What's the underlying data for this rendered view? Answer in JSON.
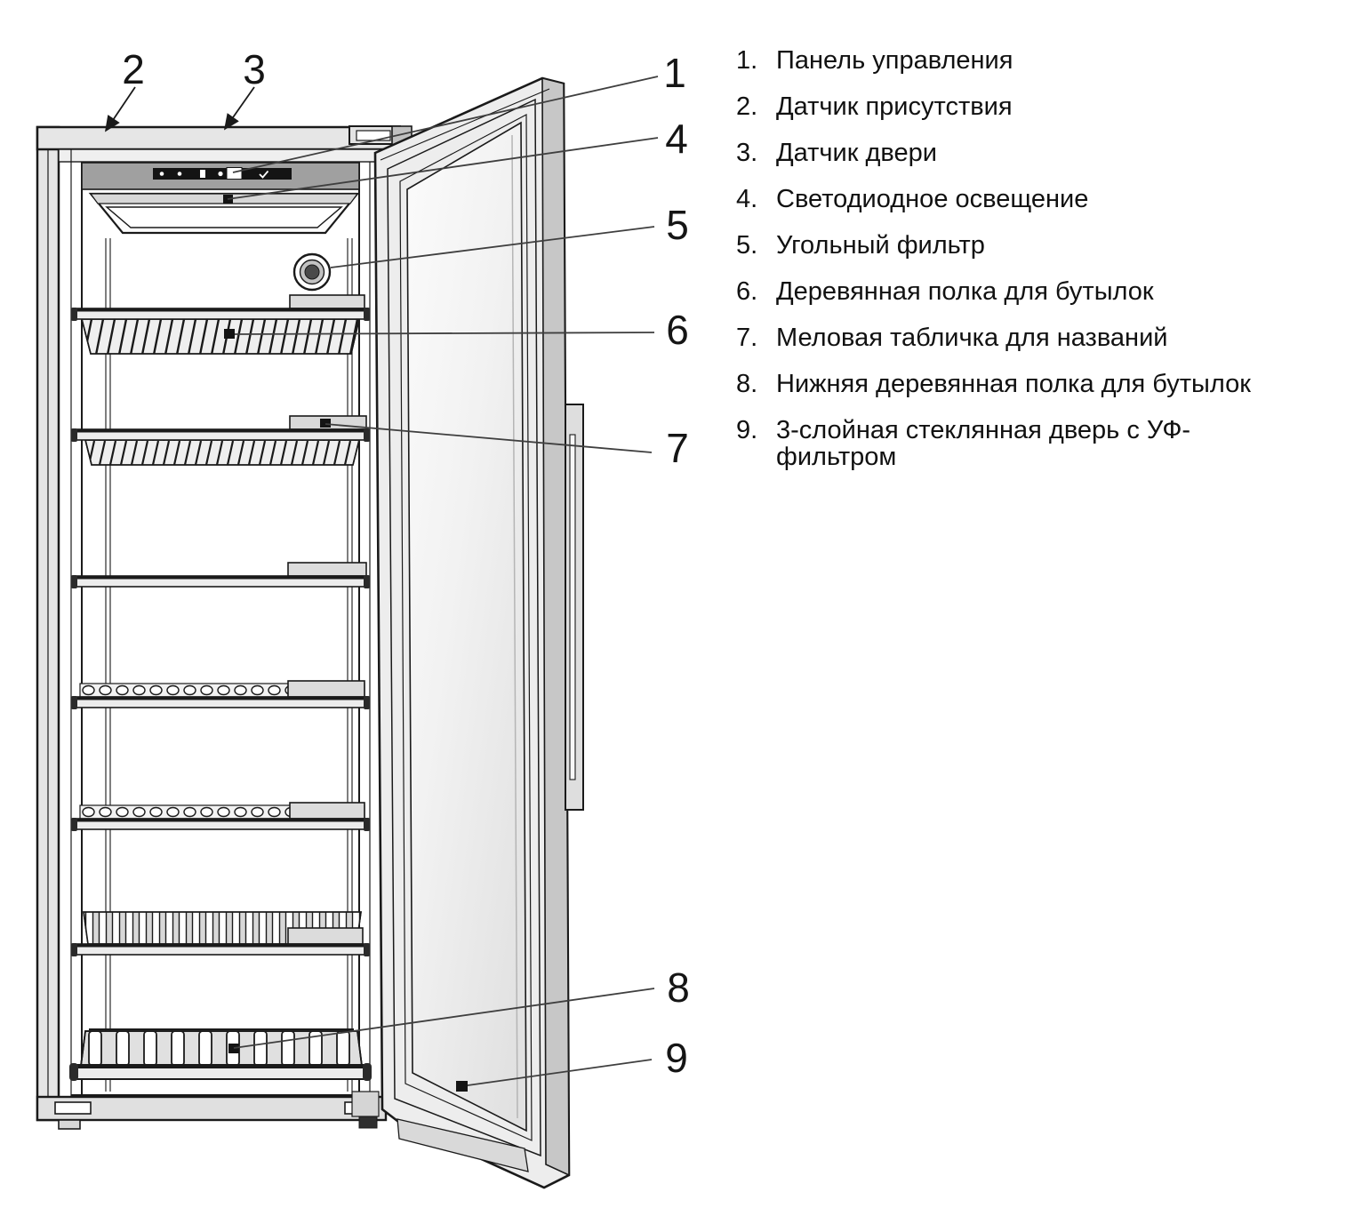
{
  "colors": {
    "ink": "#1a1a1a",
    "frame_gray": "#e6e6e6",
    "panel_gray": "#a0a0a0",
    "display_black": "#141414"
  },
  "callouts": {
    "n1": "1",
    "n2": "2",
    "n3": "3",
    "n4": "4",
    "n5": "5",
    "n6": "6",
    "n7": "7",
    "n8": "8",
    "n9": "9"
  },
  "legend": {
    "items": [
      {
        "num": "1.",
        "label": "Панель управления"
      },
      {
        "num": "2.",
        "label": "Датчик присутствия"
      },
      {
        "num": "3.",
        "label": "Датчик двери"
      },
      {
        "num": "4.",
        "label": "Светодиодное освещение"
      },
      {
        "num": "5.",
        "label": "Угольный фильтр"
      },
      {
        "num": "6.",
        "label": "Деревянная полка для бутылок"
      },
      {
        "num": "7.",
        "label": "Меловая табличка для названий"
      },
      {
        "num": "8.",
        "label": "Нижняя деревянная полка для бутылок"
      },
      {
        "num": "9.",
        "label": "3-слойная стеклянная дверь с УФ-фильтром"
      }
    ]
  }
}
